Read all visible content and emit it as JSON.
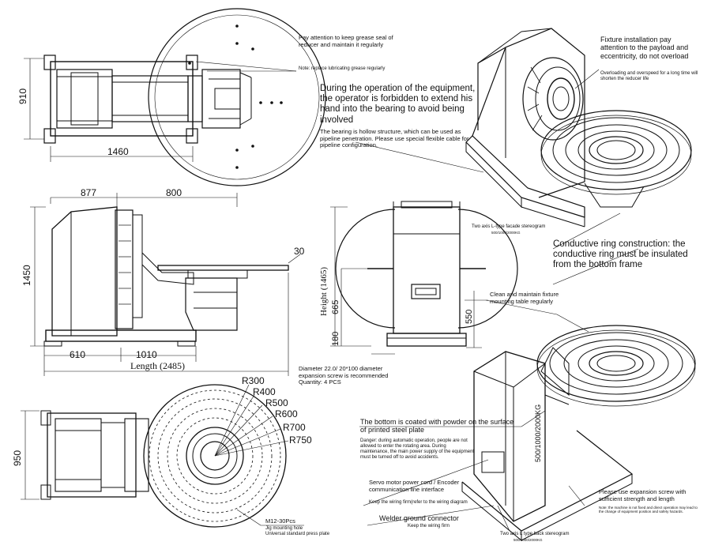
{
  "dims": {
    "top_height": "910",
    "top_width": "1460",
    "side_w1": "877",
    "side_w2": "800",
    "side_h": "1450",
    "side_plate": "30",
    "side_base1": "610",
    "side_base2": "1010",
    "side_length": "Length (2485)",
    "front_height": "Height (1465)",
    "front_665": "665",
    "front_550": "550",
    "front_180": "180",
    "bottom_950": "950",
    "radii": [
      "R300",
      "R400",
      "R500",
      "R600",
      "R700",
      "R750"
    ]
  },
  "notes": {
    "grease": "Pay attention to keep grease seal of reducer and maintain it regularly",
    "grease_small": "Note: replace lubricating grease regularly",
    "bearing": "During the operation of the equipment, the operator is forbidden to extend his hand into the bearing to avoid being involved",
    "bearing_small": "The bearing is hollow structure, which can be used as pipeline penetration. Please use special flexible cable for pipeline configuration.",
    "fixture": "Fixture installation pay attention to the payload and eccentricity, do not overload",
    "fixture_small": "Overloading and overspeed for a long time will shorten the reducer life",
    "facade_label": "Two axis L-type facade stereogram",
    "facade_sub": "500/1000/2000KG",
    "conductive": "Conductive ring construction: the conductive ring must be insulated from the bottom frame",
    "clean": "Clean and maintain fixture mounting table regularly",
    "diameter": "Diameter 22.0/ 20*100 diameter expansion screw is recommended Quantity: 4 PCS",
    "coated": "The bottom is coated with powder on the surface of printed steel plate",
    "danger": "Danger: during automatic operation, people are not allowed to enter the rotating area. During maintenance, the main power supply of the equipment must be turned off to avoid accidents.",
    "servo": "Servo motor power cord / Encoder communication line interface",
    "wiring": "Keep the wiring firm(refer to the wiring diagram",
    "welder": "Welder ground connector",
    "wiring_firm": "Keep the wiring firm",
    "back_label": "Two axis L type back stereogram",
    "back_sub": "500/1000/2000KG",
    "expansion": "Please use expansion screw with sufficient strength and length",
    "expansion_small": "Note: the machine is not fixed and direct operation may lead to the change of equipment position and safety hazards.",
    "m12": "M12-30Pcs",
    "m12_a": "Jig mounting hole",
    "m12_b": "Universal standard press plate",
    "vertical_label": "500/1000/2000KG"
  },
  "colors": {
    "ink": "#111111",
    "paper": "#ffffff"
  }
}
